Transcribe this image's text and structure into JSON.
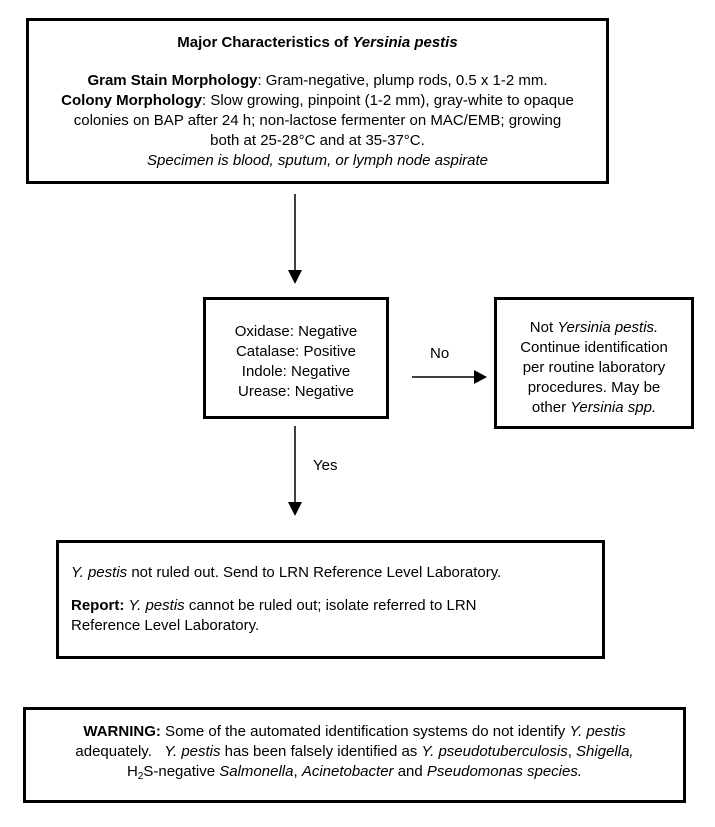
{
  "top_box": {
    "title_prefix": "Major Characteristics of ",
    "title_italic": "Yersinia pestis",
    "gram_label": "Gram Stain Morphology",
    "gram_text": ": Gram-negative, plump rods, 0.5 x 1-2 mm.",
    "colony_label": "Colony Morphology",
    "colony_text_1": ": Slow growing, pinpoint (1-2 mm), gray-white to opaque",
    "colony_text_2": "colonies on BAP after 24 h; non-lactose fermenter on MAC/EMB;  growing",
    "colony_text_3": "both at 25-28°C and at 35-37°C.",
    "specimen": "Specimen is blood, sputum, or lymph node aspirate"
  },
  "tests_box": {
    "oxidase": "Oxidase: Negative",
    "catalase": "Catalase:  Positive",
    "indole": "Indole: Negative",
    "urease": "Urease: Negative"
  },
  "no_label": "No",
  "yes_label": "Yes",
  "not_box": {
    "line1_prefix": "Not ",
    "line1_italic": "Yersinia pestis.",
    "line2": "Continue identification",
    "line3": "per routine laboratory",
    "line4": "procedures.  May be",
    "line5_prefix": "other ",
    "line5_italic": "Yersinia spp."
  },
  "result_box": {
    "ypestis": "Y. pestis",
    "line1_rest": " not ruled out. Send to LRN Reference Level Laboratory.",
    "report_label": "Report:",
    "report_italic": "Y. pestis",
    "report_text_1": " cannot be ruled out; isolate referred to LRN",
    "report_text_2": "Reference Level Laboratory."
  },
  "warning_box": {
    "label": "WARNING:",
    "text_1": " Some of the automated identification systems do not identify ",
    "ypestis": "Y. pestis",
    "text_2": "adequately.   ",
    "text_3": " has been falsely identified as ",
    "pseudo": "Y. pseudotuberculosis",
    "comma": ", ",
    "shigella": "Shigella,",
    "h": "H",
    "sub2": "2",
    "s_neg": "S-negative ",
    "salmonella": "Salmonella",
    "comma2": ", ",
    "acineto": "Acinetobacter",
    "and": " and ",
    "pseudomonas": "Pseudomonas",
    "species": " species."
  }
}
